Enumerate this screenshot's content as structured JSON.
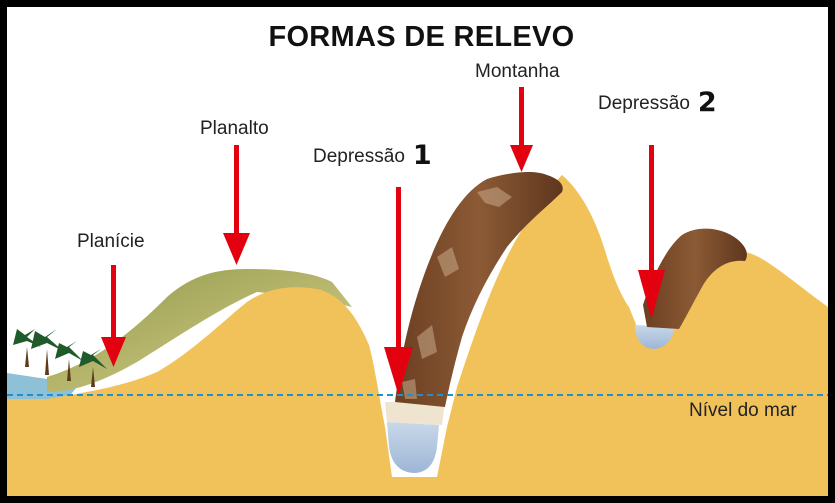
{
  "diagram": {
    "title": "FORMAS DE RELEVO",
    "labels": {
      "planicie": "Planície",
      "planalto": "Planalto",
      "depressao1": {
        "text": "Depressão",
        "number": "1"
      },
      "montanha": "Montanha",
      "depressao2": {
        "text": "Depressão",
        "number": "2"
      },
      "nivel_mar": "Nível do mar"
    },
    "colors": {
      "frame": "#000000",
      "ground": "#F2C25A",
      "plateau_top": "#A8A95A",
      "mountain_rock": "#7A4A2A",
      "water": "#A9C3E0",
      "arrow": "#E3000F",
      "sea_level_line": "#1F8FD0"
    }
  }
}
